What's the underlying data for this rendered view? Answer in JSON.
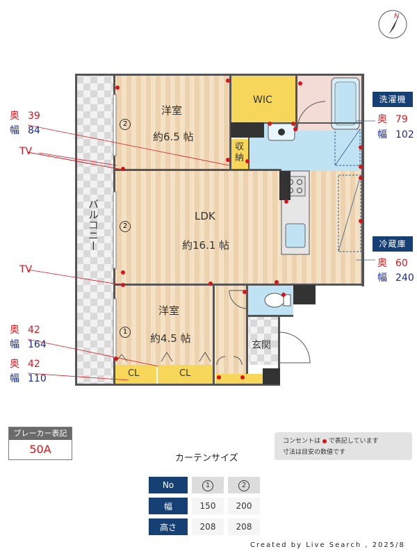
{
  "rooms": {
    "western1": {
      "name": "洋室",
      "size": "約6.5 帖"
    },
    "ldk": {
      "name": "LDK",
      "size": "約16.1 帖"
    },
    "western2": {
      "name": "洋室",
      "size": "約4.5 帖"
    },
    "wic": "WIC",
    "storage": "収\n納",
    "closet_a": "CL",
    "closet_b": "CL",
    "entrance": "玄関",
    "balcony": "バルコニー"
  },
  "window_numbers": [
    "2",
    "2",
    "1"
  ],
  "annotations": {
    "depth_label": "奥",
    "width_label": "幅",
    "left_top": {
      "depth": "39",
      "width": "84"
    },
    "tv_label_1": "TV",
    "tv_label_2": "TV",
    "left_cl1": {
      "depth": "42",
      "width": "164"
    },
    "left_cl2": {
      "depth": "42",
      "width": "110"
    },
    "washer": {
      "title": "洗濯機",
      "depth": "79",
      "width": "102"
    },
    "fridge": {
      "title": "冷蔵庫",
      "depth": "60",
      "width": "240"
    }
  },
  "breaker": {
    "title": "ブレーカー表記",
    "value": "50A"
  },
  "note": {
    "line1_pre": "コンセントは",
    "line1_post": "で表記しています",
    "line2": "寸法は目安の数値です"
  },
  "curtain": {
    "title": "カーテンサイズ",
    "header_label": "No",
    "width_label": "幅",
    "height_label": "高さ",
    "col1": "1",
    "col2": "2",
    "widths": [
      "150",
      "200"
    ],
    "heights": [
      "208",
      "208"
    ]
  },
  "credit": "Created by Live Search , 2025/8",
  "colors": {
    "red": "#d8141b",
    "navy": "#163f73",
    "wood": "#f0d7b4",
    "wic": "#f7d75a",
    "wet": "#bfe3f2"
  }
}
